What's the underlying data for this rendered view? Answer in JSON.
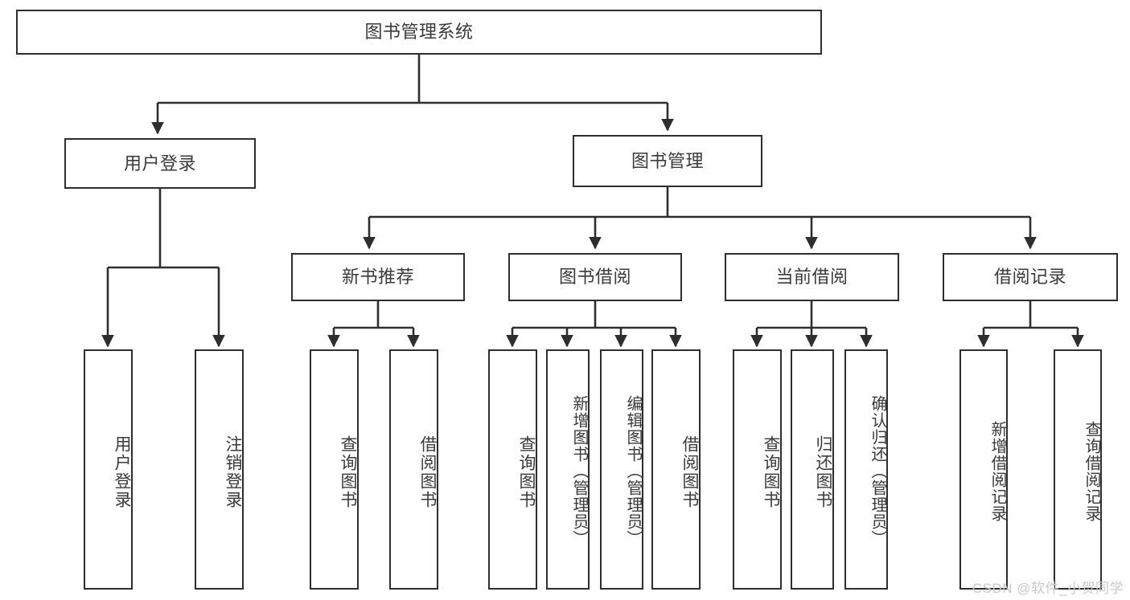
{
  "diagram": {
    "type": "tree-hierarchy",
    "title": "图书管理系统",
    "orientation": "top-down",
    "watermark": "CSDN @软件_小贺同学",
    "colors": {
      "box_border": "#2e2e2e",
      "box_fill": "#ffffff",
      "text": "#3a3a3a",
      "edge": "#2e2e2e",
      "background": "#ffffff",
      "watermark": "#c9c9c9"
    },
    "nodes": {
      "root": {
        "label": "图书管理系统"
      },
      "level2": [
        {
          "id": "user-login",
          "label": "用户登录"
        },
        {
          "id": "book-manage",
          "label": "图书管理"
        }
      ],
      "level3": [
        {
          "id": "new-book-rec",
          "label": "新书推荐"
        },
        {
          "id": "book-borrow",
          "label": "图书借阅"
        },
        {
          "id": "current-borrow",
          "label": "当前借阅"
        },
        {
          "id": "borrow-record",
          "label": "借阅记录"
        }
      ],
      "leaves": {
        "user-login": [
          {
            "id": "leaf-user-login",
            "label": "用户登录"
          },
          {
            "id": "leaf-user-logout",
            "label": "注销登录"
          }
        ],
        "new-book-rec": [
          {
            "id": "leaf-query-book-1",
            "label": "查询图书"
          },
          {
            "id": "leaf-borrow-book-1",
            "label": "借阅图书"
          }
        ],
        "book-borrow": [
          {
            "id": "leaf-query-book-2",
            "label": "查询图书"
          },
          {
            "id": "leaf-add-book",
            "label": "新增图书（管理员）"
          },
          {
            "id": "leaf-edit-book",
            "label": "编辑图书（管理员）"
          },
          {
            "id": "leaf-borrow-book-2",
            "label": "借阅图书"
          }
        ],
        "current-borrow": [
          {
            "id": "leaf-query-book-3",
            "label": "查询图书"
          },
          {
            "id": "leaf-return-book",
            "label": "归还图书"
          },
          {
            "id": "leaf-confirm-return",
            "label": "确认归还（管理员）"
          }
        ],
        "borrow-record": [
          {
            "id": "leaf-add-record",
            "label": "新增借阅记录"
          },
          {
            "id": "leaf-query-record",
            "label": "查询借阅记录"
          }
        ]
      }
    },
    "edges": [
      {
        "from": "图书管理系统",
        "to": "用户登录"
      },
      {
        "from": "图书管理系统",
        "to": "图书管理"
      },
      {
        "from": "用户登录",
        "to": "用户登录"
      },
      {
        "from": "用户登录",
        "to": "注销登录"
      },
      {
        "from": "图书管理",
        "to": "新书推荐"
      },
      {
        "from": "图书管理",
        "to": "图书借阅"
      },
      {
        "from": "图书管理",
        "to": "当前借阅"
      },
      {
        "from": "图书管理",
        "to": "借阅记录"
      },
      {
        "from": "新书推荐",
        "to": "查询图书"
      },
      {
        "from": "新书推荐",
        "to": "借阅图书"
      },
      {
        "from": "图书借阅",
        "to": "查询图书"
      },
      {
        "from": "图书借阅",
        "to": "新增图书（管理员）"
      },
      {
        "from": "图书借阅",
        "to": "编辑图书（管理员）"
      },
      {
        "from": "图书借阅",
        "to": "借阅图书"
      },
      {
        "from": "当前借阅",
        "to": "查询图书"
      },
      {
        "from": "当前借阅",
        "to": "归还图书"
      },
      {
        "from": "当前借阅",
        "to": "确认归还（管理员）"
      },
      {
        "from": "借阅记录",
        "to": "新增借阅记录"
      },
      {
        "from": "借阅记录",
        "to": "查询借阅记录"
      }
    ]
  }
}
